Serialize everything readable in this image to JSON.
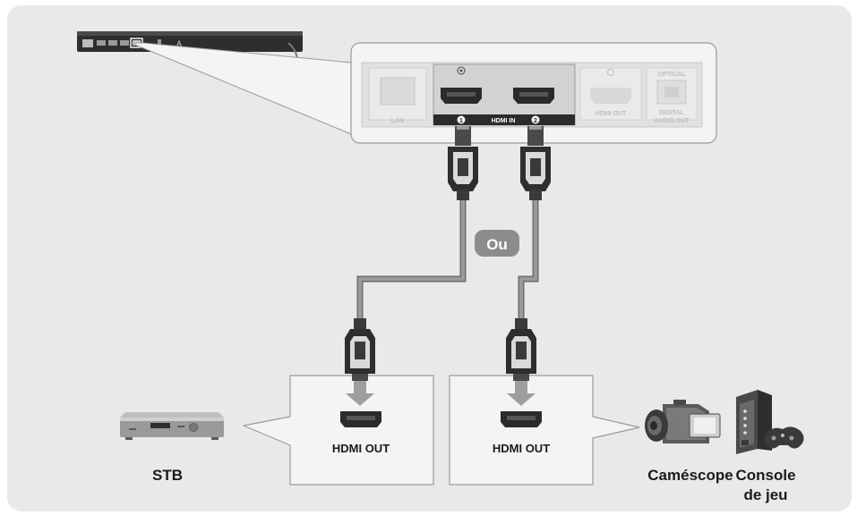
{
  "ports": {
    "lan": "LAN",
    "hdmi_in": "HDMI IN",
    "hdmi_in_1": "1",
    "hdmi_in_2": "2",
    "hdmi_out": "HDMI OUT",
    "optical": "OPTICAL",
    "digital_audio_out_1": "DIGITAL",
    "digital_audio_out_2": "AUDIO OUT"
  },
  "or_label": "Ou",
  "callouts": {
    "left_port_label": "HDMI OUT",
    "right_port_label": "HDMI OUT"
  },
  "devices": {
    "stb": "STB",
    "camcorder": "Caméscope",
    "console_line1": "Console",
    "console_line2": "de jeu"
  },
  "colors": {
    "background_panel": "#e9e9e9",
    "callout_fill": "#f4f4f4",
    "callout_stroke": "#9a9a9a",
    "cable": "#8a8a8a",
    "connector": "#3a3a3a",
    "badge": "#8c8c8c",
    "arrow": "#9e9e9e",
    "port_panel": "#d6d6d6",
    "port_dark": "#2b2b2b"
  },
  "icons": {
    "blu_ray_player": "blu-ray-player-icon",
    "stb": "set-top-box-icon",
    "camcorder": "camcorder-icon",
    "console": "game-console-icon",
    "hdmi_plug": "hdmi-plug-icon",
    "hdmi_socket": "hdmi-socket-icon"
  }
}
